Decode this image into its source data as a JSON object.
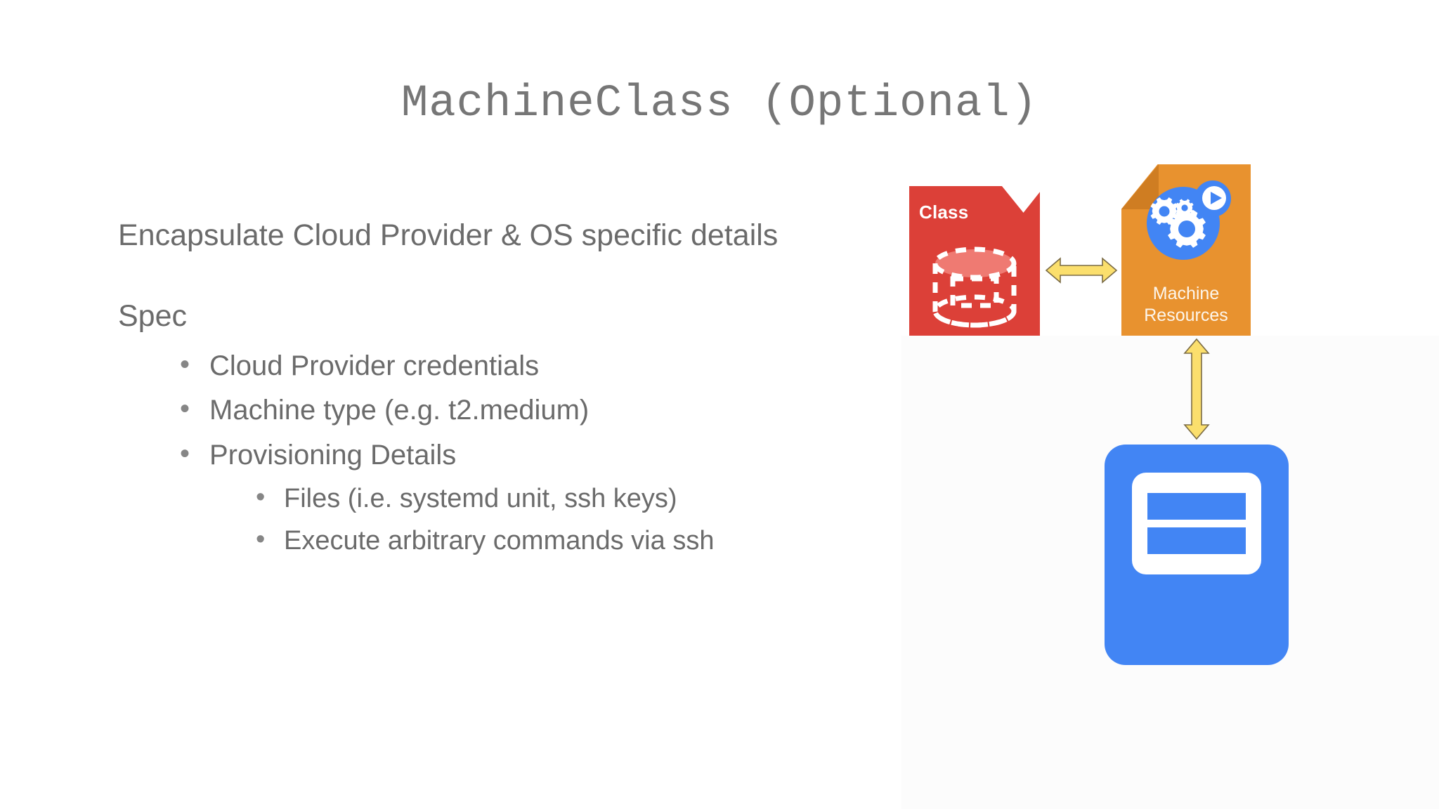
{
  "slide": {
    "title": "MachineClass (Optional)",
    "lead_line": "Encapsulate Cloud Provider & OS specific details",
    "spec_heading": "Spec",
    "bullet_glyph": "•",
    "bullets": [
      {
        "text": "Cloud Provider credentials"
      },
      {
        "text": "Machine type (e.g. t2.medium)"
      },
      {
        "text": "Provisioning Details",
        "children": [
          {
            "text": "Files (i.e. systemd unit, ssh keys)"
          },
          {
            "text": "Execute arbitrary commands via ssh"
          }
        ]
      }
    ]
  },
  "diagram": {
    "class_card": {
      "label": "Class",
      "icon": "database-cylinder-dashed-icon",
      "color": "#dc4038"
    },
    "machine_card": {
      "caption_line1": "Machine",
      "caption_line2": "Resources",
      "icon": "gears-play-icon",
      "color": "#e8922f"
    },
    "vm_box": {
      "icon": "virtual-machine-icon",
      "color": "#4285f4"
    },
    "arrows": {
      "horizontal": "double-headed-arrow-horizontal-icon",
      "vertical": "double-headed-arrow-vertical-icon",
      "color": "#fbdf6d"
    }
  },
  "colors": {
    "background": "#ffffff",
    "panel": "#fcfcfc",
    "title_text": "#767676",
    "body_text": "#6b6b6b",
    "red": "#dc4038",
    "orange": "#e8922f",
    "orange_fold": "#cf7d22",
    "blue": "#4285f4",
    "arrow_fill": "#fbdf6d",
    "arrow_stroke": "#7a6b45"
  }
}
